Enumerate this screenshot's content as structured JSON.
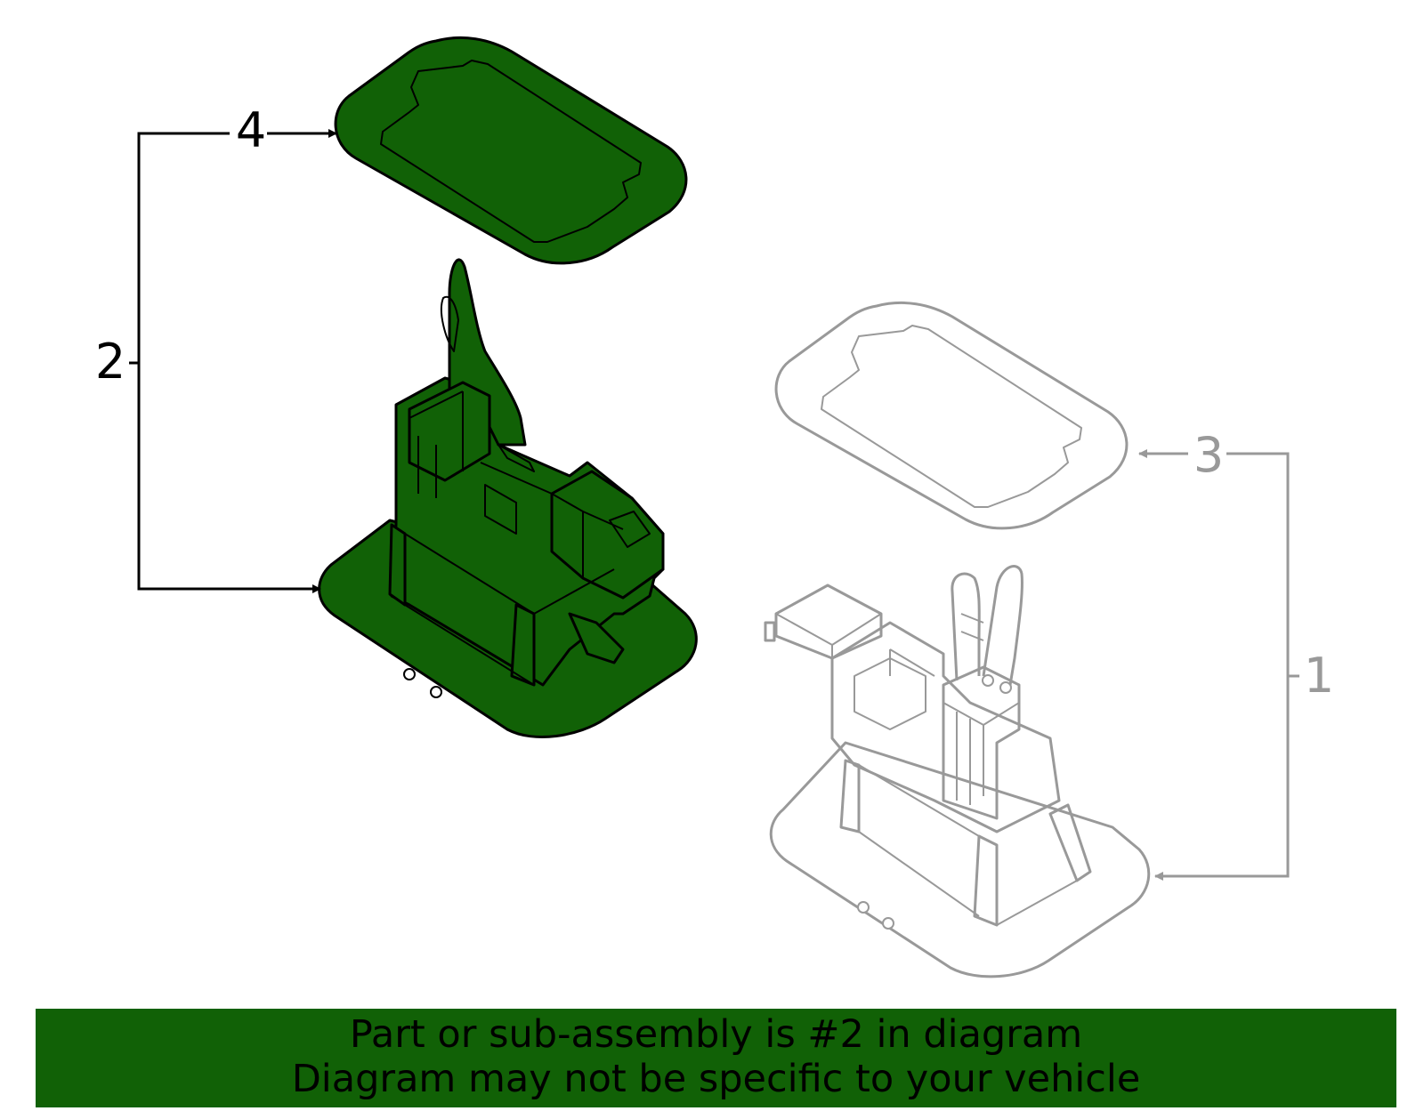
{
  "callouts": {
    "c1": "1",
    "c2": "2",
    "c3": "3",
    "c4": "4"
  },
  "banner": {
    "line1": "Part or sub-assembly is #2 in diagram",
    "line2": "Diagram may not be specific to your vehicle"
  },
  "colors": {
    "highlight": "#116106",
    "active_stroke": "#000000",
    "inactive_stroke": "#999999",
    "banner_bg": "#116106"
  }
}
